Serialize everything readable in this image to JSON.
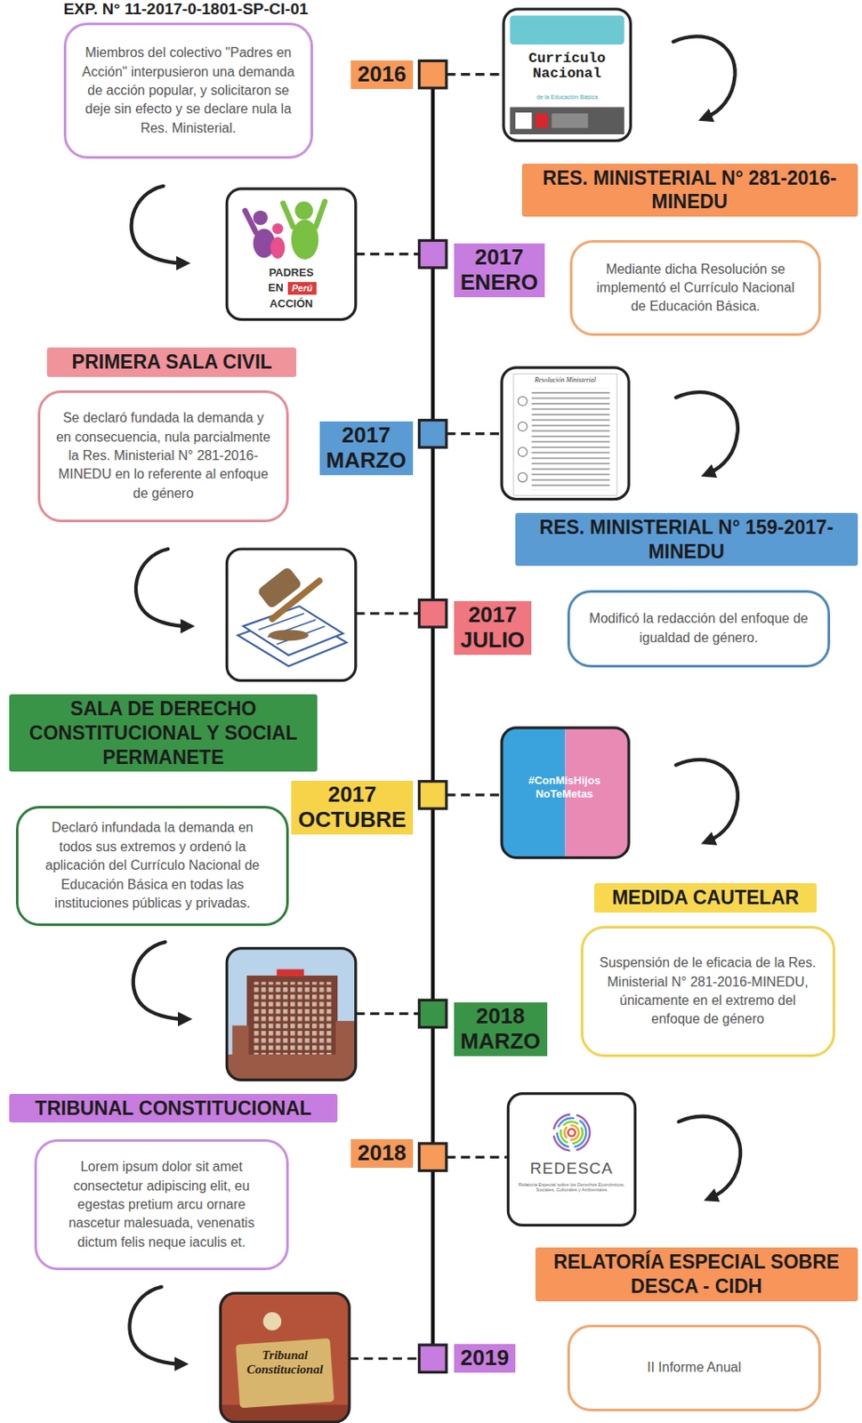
{
  "diagram": {
    "title": "EXP. N° 11-2017-0-1801-SP-CI-01",
    "nodes": [
      {
        "text": [
          "Miembros del colectivo \"Padres en Acción\" interpusieron una demanda de acción popular, y solicitaron se deje sin efecto y se declare nula la Res. Ministerial."
        ]
      },
      {
        "text": [
          "2016"
        ]
      },
      {
        "text": [
          "RES. MINISTERIAL N° 281-2016-MINEDU"
        ]
      },
      {
        "text": [
          "Mediante dicha Resolución se implementó el Currículo Nacional de Educación Básica."
        ]
      },
      {
        "text": [
          "2017 ENERO"
        ]
      },
      {
        "text": [
          "PRIMERA SALA CIVIL"
        ]
      },
      {
        "text": [
          "Se declaró fundada la demanda y en consecuencia, nula parcialmente la Res. Ministerial N° 281-2016-MINEDU en lo referente al enfoque de género"
        ]
      },
      {
        "text": [
          "2017 MARZO"
        ]
      },
      {
        "text": [
          "RES. MINISTERIAL N° 159-2017-MINEDU"
        ]
      },
      {
        "text": [
          "Modificó la redacción del enfoque de igualdad de género."
        ]
      },
      {
        "text": [
          "2017 JULIO"
        ]
      },
      {
        "text": [
          "SALA DE DERECHO CONSTITUCIONAL Y SOCIAL PERMANETE"
        ]
      },
      {
        "text": [
          "Declaró infundada la demanda en todos sus extremos y ordenó la aplicación del Currículo Nacional de Educación Básica en todas las instituciones públicas y privadas."
        ]
      },
      {
        "text": [
          "2017 OCTUBRE"
        ]
      },
      {
        "text": [
          "MEDIDA CAUTELAR"
        ]
      },
      {
        "text": [
          "Suspensión de le eficacia de la Res. Ministerial N° 281-2016-MINEDU, únicamente en el extremo del enfoque de género"
        ]
      },
      {
        "text": [
          "2018 MARZO"
        ]
      },
      {
        "text": [
          "TRIBUNAL CONSTITUCIONAL"
        ]
      },
      {
        "text": [
          "Lorem ipsum dolor sit amet consectetur adipiscing elit, eu egestas pretium arcu ornare nascetur malesuada, venenatis dictum felis neque iaculis et."
        ]
      },
      {
        "text": [
          "2018"
        ]
      },
      {
        "text": [
          "RELATORÍA ESPECIAL SOBRE DESCA - CIDH"
        ]
      },
      {
        "text": [
          "II Informe Anual"
        ]
      },
      {
        "text": [
          "2019"
        ]
      }
    ],
    "labels": [
      "Currículo Nacional",
      "de la Educación Básica",
      "PADRES",
      "EN",
      "Perú",
      "ACCIÓN",
      "Resolución Ministerial",
      "#ConMisHijos NoTeMetas",
      "REDESCA",
      "Relatoría Especial sobre los Derechos Económicos, Sociales, Culturales y Ambientales",
      "Tribunal Constitucional"
    ]
  }
}
